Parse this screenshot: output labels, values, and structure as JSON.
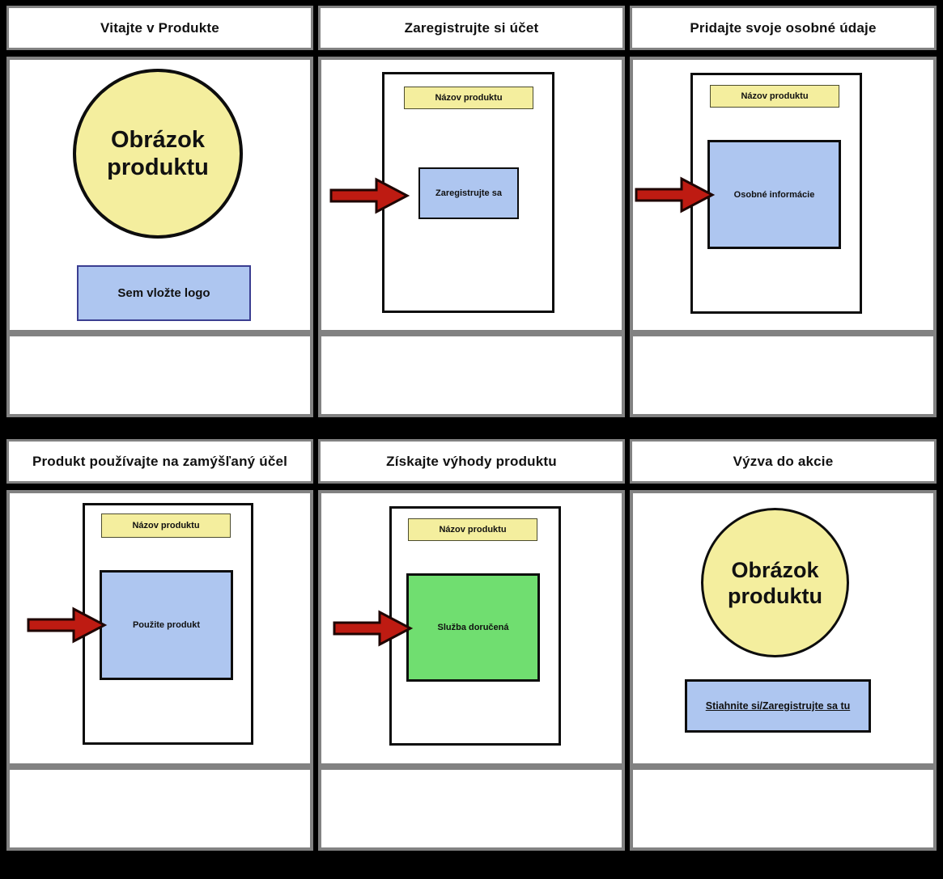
{
  "panels": [
    {
      "title": "Vitajte v Produkte",
      "circle_label": "Obrázok produktu",
      "logo_label": "Sem vložte logo",
      "description": ""
    },
    {
      "title": "Zaregistrujte si účet",
      "banner_label": "Názov produktu",
      "button_label": "Zaregistrujte sa",
      "description": ""
    },
    {
      "title": "Pridajte svoje osobné údaje",
      "banner_label": "Názov produktu",
      "box_label": "Osobné informácie",
      "description": ""
    },
    {
      "title": "Produkt používajte na zamýšľaný účel",
      "banner_label": "Názov produktu",
      "box_label": "Použite produkt",
      "description": ""
    },
    {
      "title": "Získajte výhody produktu",
      "banner_label": "Názov produktu",
      "box_label": "Služba doručená",
      "description": ""
    },
    {
      "title": "Výzva do akcie",
      "circle_label": "Obrázok produktu",
      "link_label": "Stiahnite si/Zaregistrujte sa tu",
      "description": ""
    }
  ],
  "icons": {
    "red_arrow": "right-pointing block arrow"
  },
  "colors": {
    "yellow": "#F4EE9E",
    "blue": "#AEC6F0",
    "green": "#70DE70",
    "arrow_red": "#BE1B12",
    "border_gray": "#828282",
    "logo_border": "#3B3E91",
    "background": "#000000"
  }
}
